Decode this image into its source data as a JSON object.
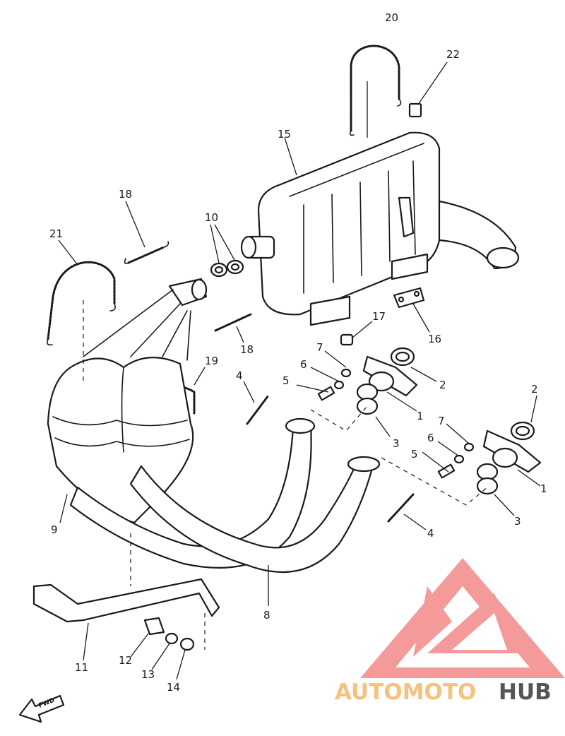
{
  "labels": {
    "l20": "20",
    "l22": "22",
    "l15": "15",
    "l18a": "18",
    "l10": "10",
    "l21": "21",
    "l17": "17",
    "l16": "16",
    "l18b": "18",
    "l19": "19",
    "l7a": "7",
    "l6a": "6",
    "l5a": "5",
    "l2a": "2",
    "l1a": "1",
    "l4a": "4",
    "l3a": "3",
    "l2b": "2",
    "l7b": "7",
    "l6b": "6",
    "l5b": "5",
    "l1b": "1",
    "l3b": "3",
    "l9": "9",
    "l4b": "4",
    "l8": "8",
    "l12": "12",
    "l11": "11",
    "l13": "13",
    "l14": "14"
  },
  "fwd_label": "FWD",
  "watermark": {
    "part1": "AUTOMOTO",
    "part2": "HUB",
    "color_primary": "#f28b8b",
    "color_text1": "#f4c27d",
    "color_text2": "#555555"
  }
}
